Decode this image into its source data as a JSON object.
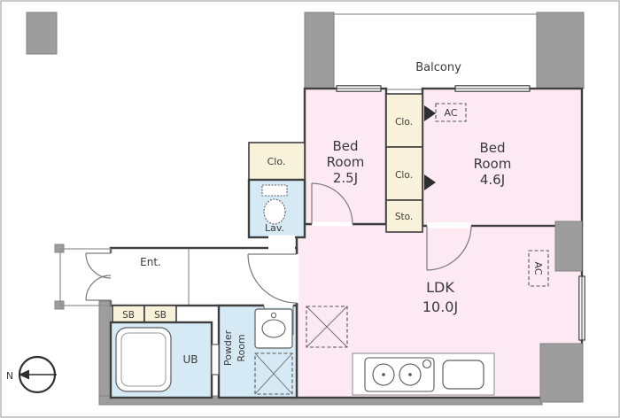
{
  "colors": {
    "room_pink": "#fce9f2",
    "water_blue": "#d6eaf5",
    "closet_cream": "#f7f2d9",
    "structure_gray": "#9d9d9d",
    "wall_dark": "#3f3f3f"
  },
  "labels": {
    "balcony": "Balcony",
    "bedroom1": {
      "line1": "Bed",
      "line2": "Room",
      "size": "2.5J"
    },
    "bedroom2": {
      "line1": "Bed",
      "line2": "Room",
      "size": "4.6J"
    },
    "ldk": {
      "name": "LDK",
      "size": "10.0J"
    },
    "closet_center_top": "Clo.",
    "closet_center_bottom": "Clo.",
    "closet_hall": "Clo.",
    "storage": "Sto.",
    "lavatory": "Lav.",
    "entrance": "Ent.",
    "shoe_box_1": "SB",
    "shoe_box_2": "SB",
    "unit_bath": "UB",
    "powder_room": {
      "line1": "Powder",
      "line2": "Room"
    },
    "ac_bedroom2": "AC",
    "ac_ldk": "AC",
    "compass_north": "N"
  }
}
